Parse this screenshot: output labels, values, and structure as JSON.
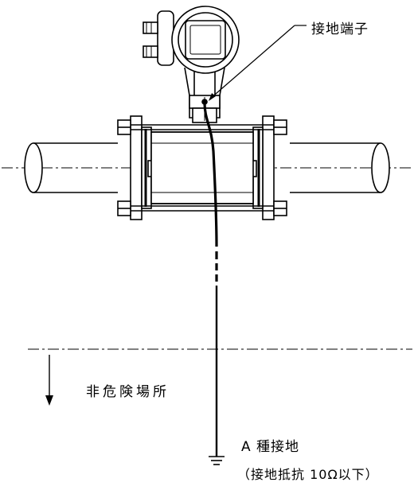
{
  "labels": {
    "ground_terminal": "接地端子",
    "non_hazardous_area": "非危険場所",
    "ground_class": "A 種接地",
    "ground_resistance": "（接地抵抗 10Ω以下）"
  },
  "icons": {
    "ground": "ground-icon",
    "arrow": "arrow-down-icon"
  },
  "colors": {
    "line": "#000000",
    "background": "#ffffff"
  }
}
